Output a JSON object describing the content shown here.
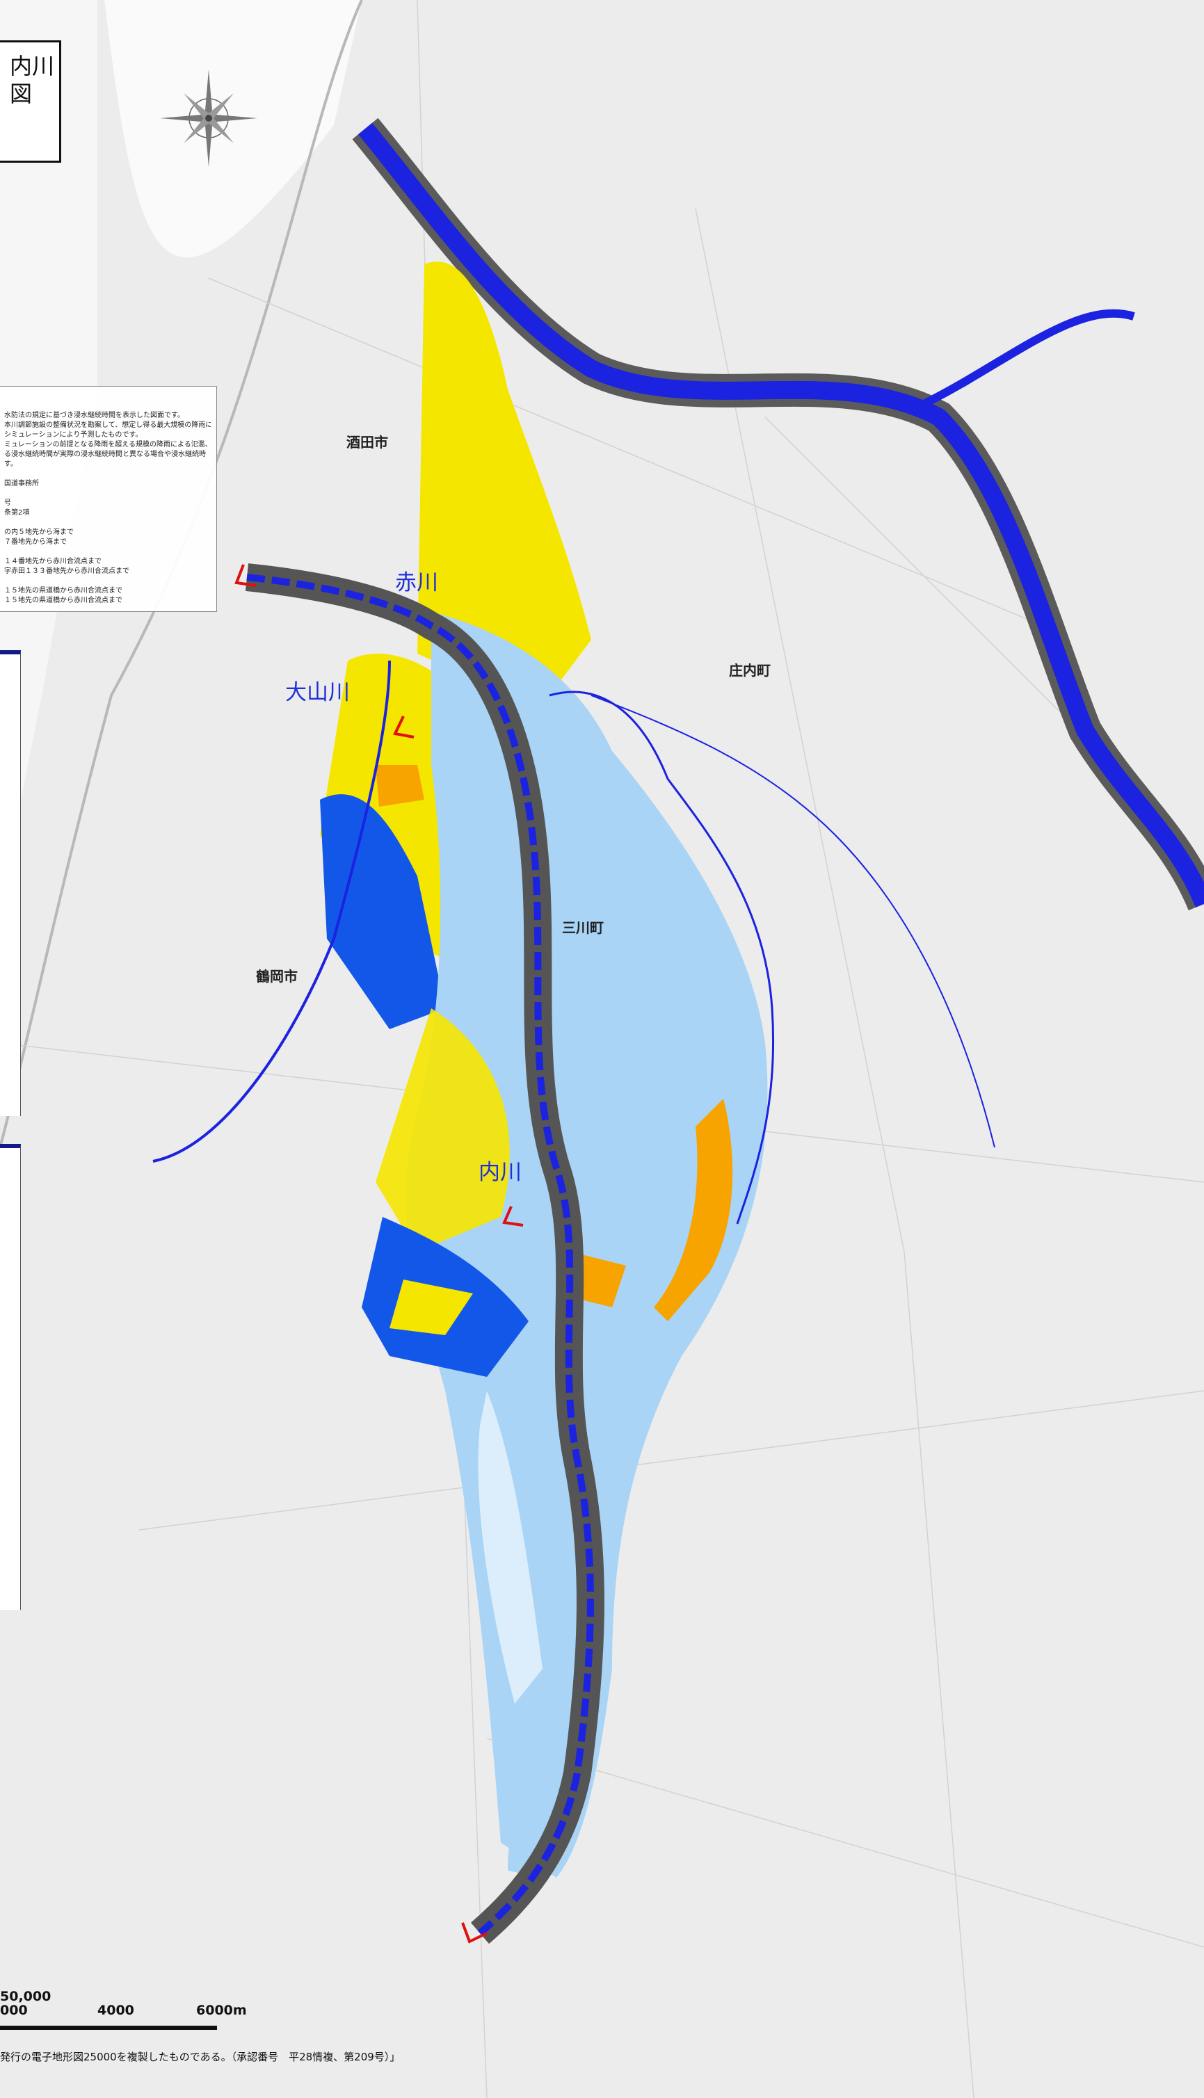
{
  "title": {
    "line1": "内川",
    "line2": "図"
  },
  "legend_text": [
    "水防法の規定に基づき浸水継続時間を表示した図面です。",
    "本川調節施設の整備状況を勘案して、想定し得る最大規模の降雨に",
    "シミュレーションにより予測したものです。",
    "ミュレーションの前提となる降雨を超える規模の降雨による氾濫、",
    "る浸水継続時間が実際の浸水継続時間と異なる場合や浸水継続時",
    "す。",
    "",
    "国道事務所",
    "",
    "号",
    "条第2項",
    "",
    "の内５地先から海まで",
    "７番地先から海まで",
    "",
    "１４番地先から赤川合流点まで",
    "字赤田１３３番地先から赤川合流点まで",
    "",
    "１５地先の県道橋から赤川合流点まで",
    "１５地先の県道橋から赤川合流点まで"
  ],
  "cities": {
    "sakata": "酒田市",
    "shonai": "庄内町",
    "mikawa": "三川町",
    "tsuruoka": "鶴岡市"
  },
  "rivers": {
    "akagawa": "赤川",
    "oyamagawa": "大山川",
    "uchikawa": "内川"
  },
  "scale": {
    "ratio": "50,000",
    "tick_1": "000",
    "tick_2": "4000",
    "tick_3": "6000m"
  },
  "credit": "発行の電子地形図25000を複製したものである。（承認番号　平28情複、第209号）」",
  "colors": {
    "river_blue": "#1b22e0",
    "flood_yellow": "#f5e600",
    "flood_dark_blue": "#1357e8",
    "flood_light_blue": "#a9d4f5",
    "flood_orange": "#f7a300",
    "channel_gray": "#555555"
  },
  "icons": [
    "compass-rose-icon",
    "river-endpoint-arrow-icon"
  ]
}
